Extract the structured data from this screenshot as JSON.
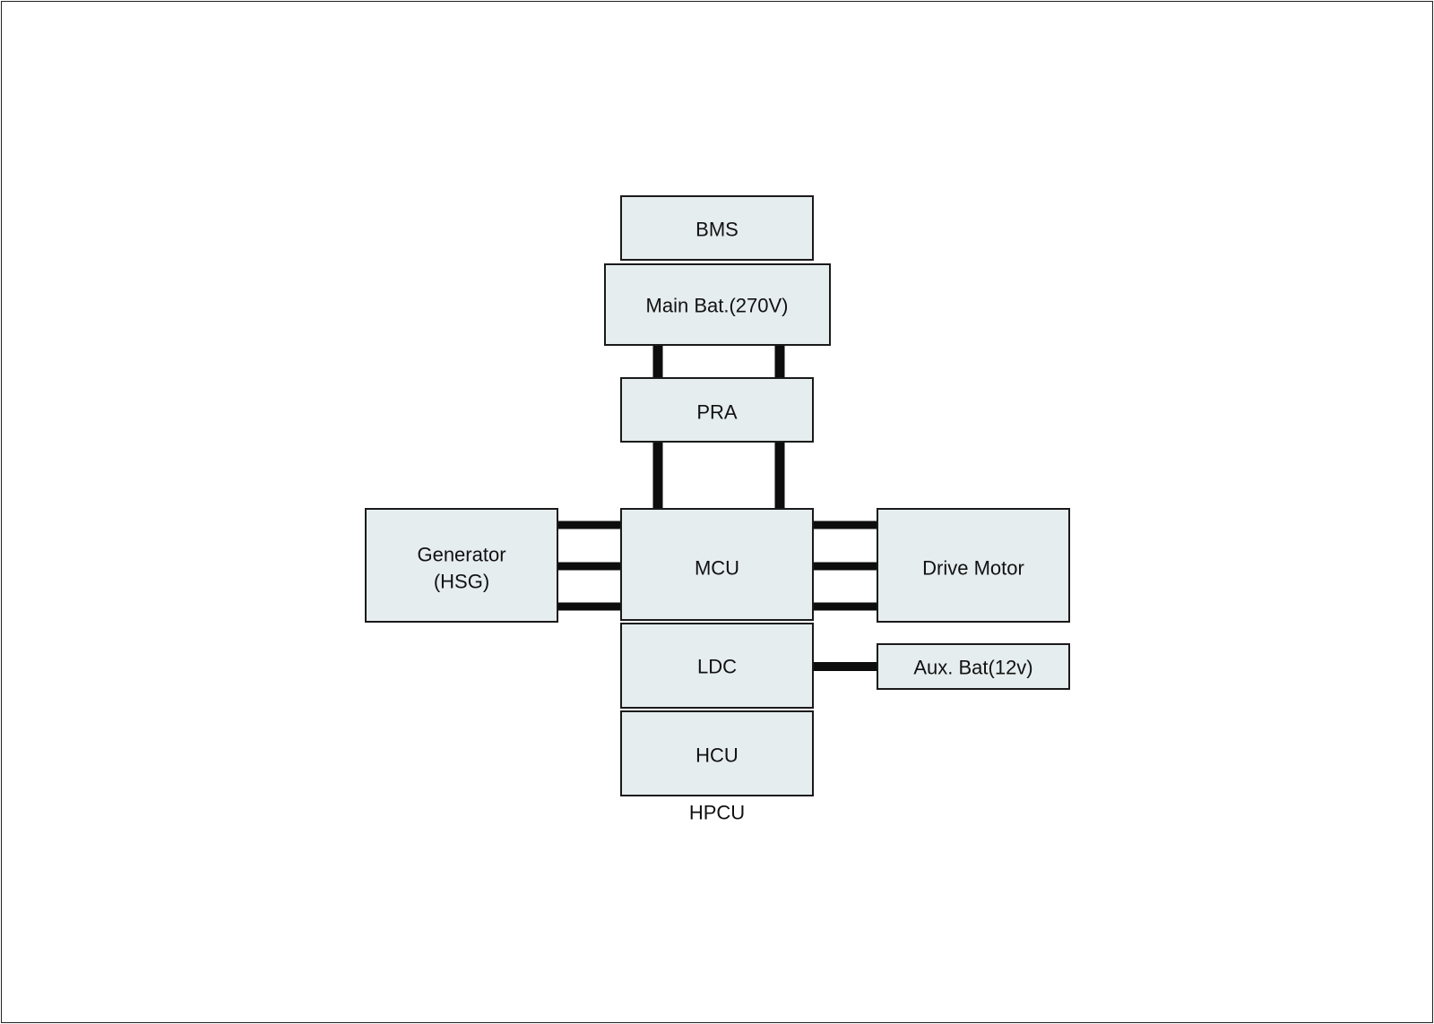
{
  "diagram": {
    "colors": {
      "block_fill": "#e6edee",
      "block_stroke": "#1a1a1a",
      "link": "#0d0d0d"
    },
    "blocks": {
      "bms": "BMS",
      "main_bat": "Main Bat.(270V)",
      "pra": "PRA",
      "generator_line1": "Generator",
      "generator_line2": "(HSG)",
      "mcu": "MCU",
      "drive_motor": "Drive Motor",
      "ldc": "LDC",
      "aux_bat": "Aux. Bat(12v)",
      "hcu": "HCU"
    },
    "group_label": "HPCU"
  }
}
